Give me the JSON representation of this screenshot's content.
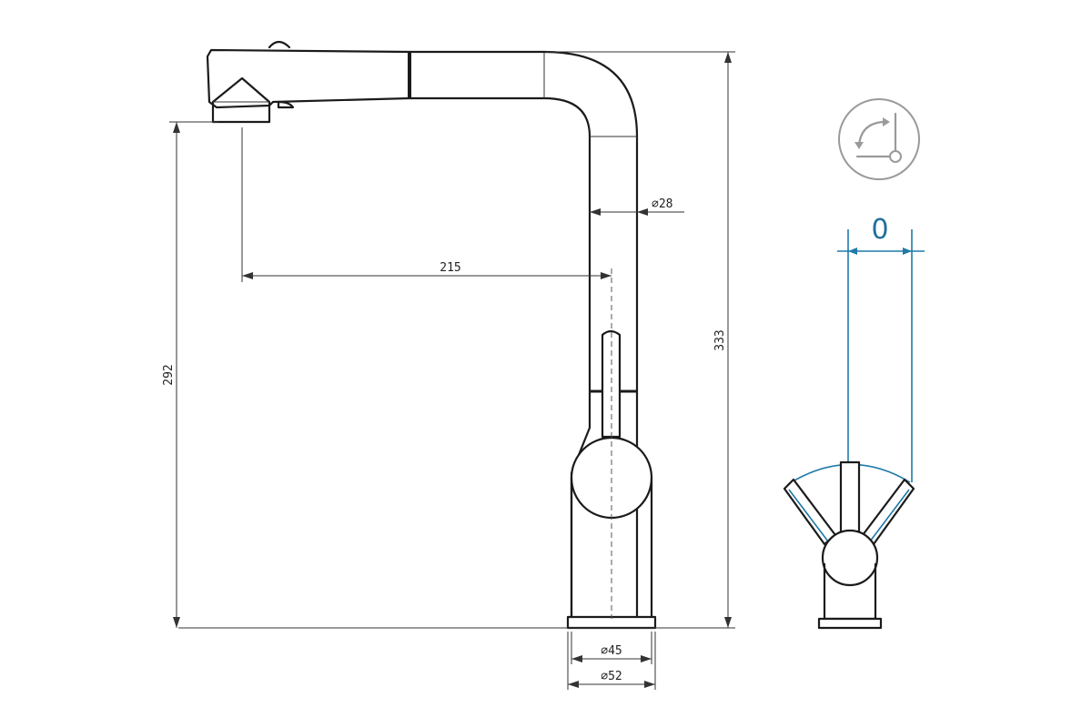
{
  "dimensions": {
    "reach": "215",
    "height_outlet": "292",
    "height_total": "333",
    "spout_diameter": "28",
    "base_diameter_inner": "45",
    "base_diameter_outer": "52",
    "rotation_angle": "0"
  },
  "symbols": {
    "diameter": "∅"
  },
  "icons": {
    "rotation_badge": "rotation-angle-icon"
  },
  "colors": {
    "outline": "#1b1b1b",
    "dimension_lines": "#333333",
    "rotation_accent": "#1f7aa8",
    "badge": "#9a9a9a"
  }
}
